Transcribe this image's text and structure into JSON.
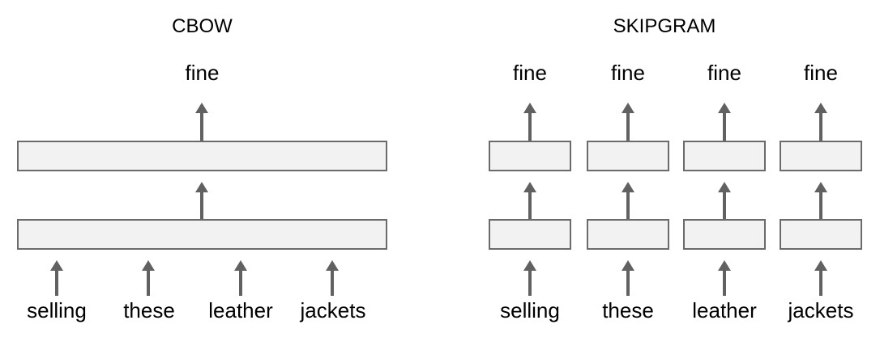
{
  "diagram": {
    "colors": {
      "background": "#ffffff",
      "box_fill": "#f2f2f2",
      "box_border": "#6b6b6b",
      "arrow_color": "#616161",
      "text_color": "#000000"
    },
    "cbow": {
      "title": "CBOW",
      "output_label": "fine",
      "input_words": [
        "selling",
        "these",
        "leather",
        "jackets"
      ]
    },
    "skipgram": {
      "title": "SKIPGRAM",
      "output_labels": [
        "fine",
        "fine",
        "fine",
        "fine"
      ],
      "input_words": [
        "selling",
        "these",
        "leather",
        "jackets"
      ]
    }
  }
}
